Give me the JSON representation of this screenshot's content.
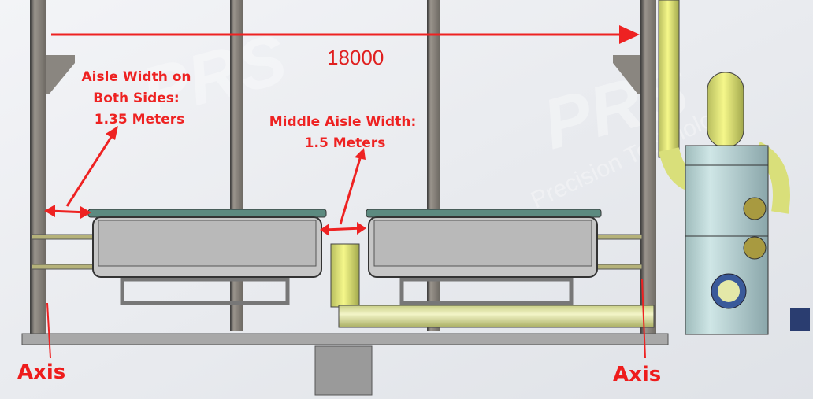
{
  "dimension": {
    "overall_length": "18000"
  },
  "annotations": {
    "side_aisle": {
      "line1": "Aisle Width on",
      "line2": "Both Sides:",
      "line3": "1.35 Meters"
    },
    "middle_aisle": {
      "line1": "Middle Aisle Width:",
      "line2": "1.5 Meters"
    },
    "axis_left": "Axis",
    "axis_right": "Axis"
  },
  "watermark": {
    "logo": "PRS",
    "text": "Precision Technology"
  },
  "colors": {
    "annotation": "#ee2222",
    "steel": "#8a8680",
    "pipe": "#e4e8a8",
    "tower": "#b7d2d2",
    "tank": "#c4c4c4"
  }
}
